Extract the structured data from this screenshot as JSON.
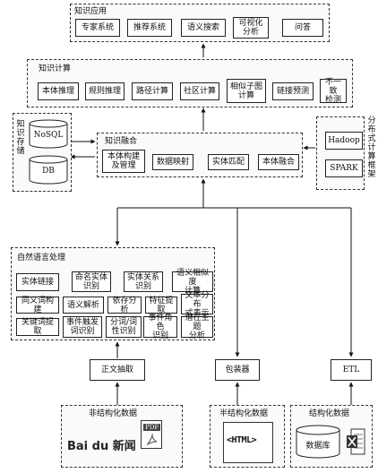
{
  "app": {
    "title": "知识应用",
    "items": [
      "专家系统",
      "推荐系统",
      "语义搜索",
      "可视化\n分析",
      "问答"
    ]
  },
  "compute": {
    "title": "知识计算",
    "items": [
      "本体推理",
      "规则推理",
      "路径计算",
      "社区计算",
      "相似子图\n计算",
      "链接预测",
      "不一致\n检测"
    ]
  },
  "storage": {
    "title": "知识存储",
    "nosql": "NoSQL",
    "db": "DB"
  },
  "fusion": {
    "title": "知识融合",
    "items": [
      "本体构建\n及管理",
      "数据映射",
      "实体匹配",
      "本体融合"
    ]
  },
  "distributed": {
    "title": "分布式计算框架",
    "items": [
      "Hadoop",
      "SPARK"
    ]
  },
  "nlp": {
    "title": "自然语言处理",
    "rows": [
      [
        "实体链接",
        "命名实体\n识别",
        "实体关系\n识别",
        "语义相似度\n计算"
      ],
      [
        "同义词构建",
        "语义解析",
        "依存分析",
        "特征提取",
        "文本分布\n式表示"
      ],
      [
        "关键词提取",
        "事件触发\n词识别",
        "分词/词\n性识别",
        "事件角色\n识别",
        "潜在主题\n分析"
      ]
    ]
  },
  "extract": {
    "text_extraction": "正文抽取",
    "wrapper": "包装器",
    "etl": "ETL"
  },
  "sources": {
    "unstructured": {
      "title": "非结构化数据",
      "logo": "Bai du 新闻",
      "pdf": "PDF"
    },
    "semistructured": {
      "title": "半结构化数据",
      "html": "<HTML>"
    },
    "structured": {
      "title": "结构化数据",
      "database": "数据库"
    }
  }
}
